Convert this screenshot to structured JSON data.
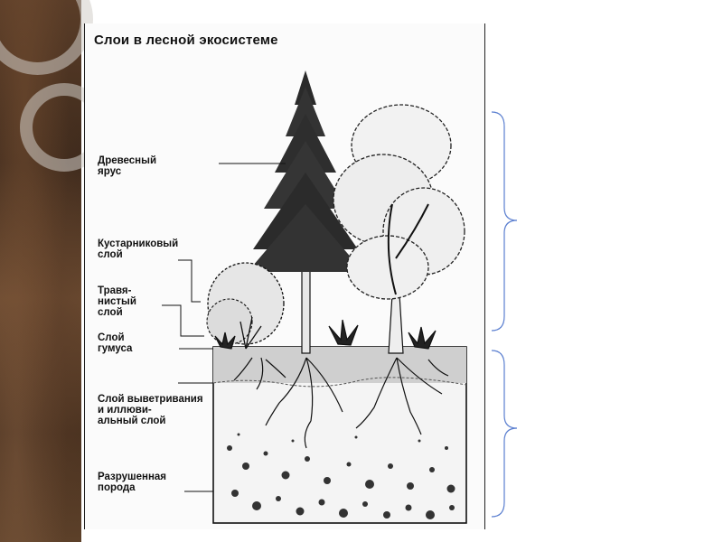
{
  "title": "Слои в лесной экосистеме",
  "labels": {
    "tree_layer": "Древесный\nярус",
    "shrub_layer": "Кустарниковый\nслой",
    "herb_layer": "Травя-\nнистый\nслой",
    "humus_layer": "Слой\nгумуса",
    "eluvial_layer": "Слой выветривания\nи иллюви-\nальный слой",
    "weathered_rock": "Разрушенная\nпорода"
  },
  "colors": {
    "side_panel": "#4a3220",
    "brace": "#5b7fd0",
    "ink": "#111111"
  }
}
